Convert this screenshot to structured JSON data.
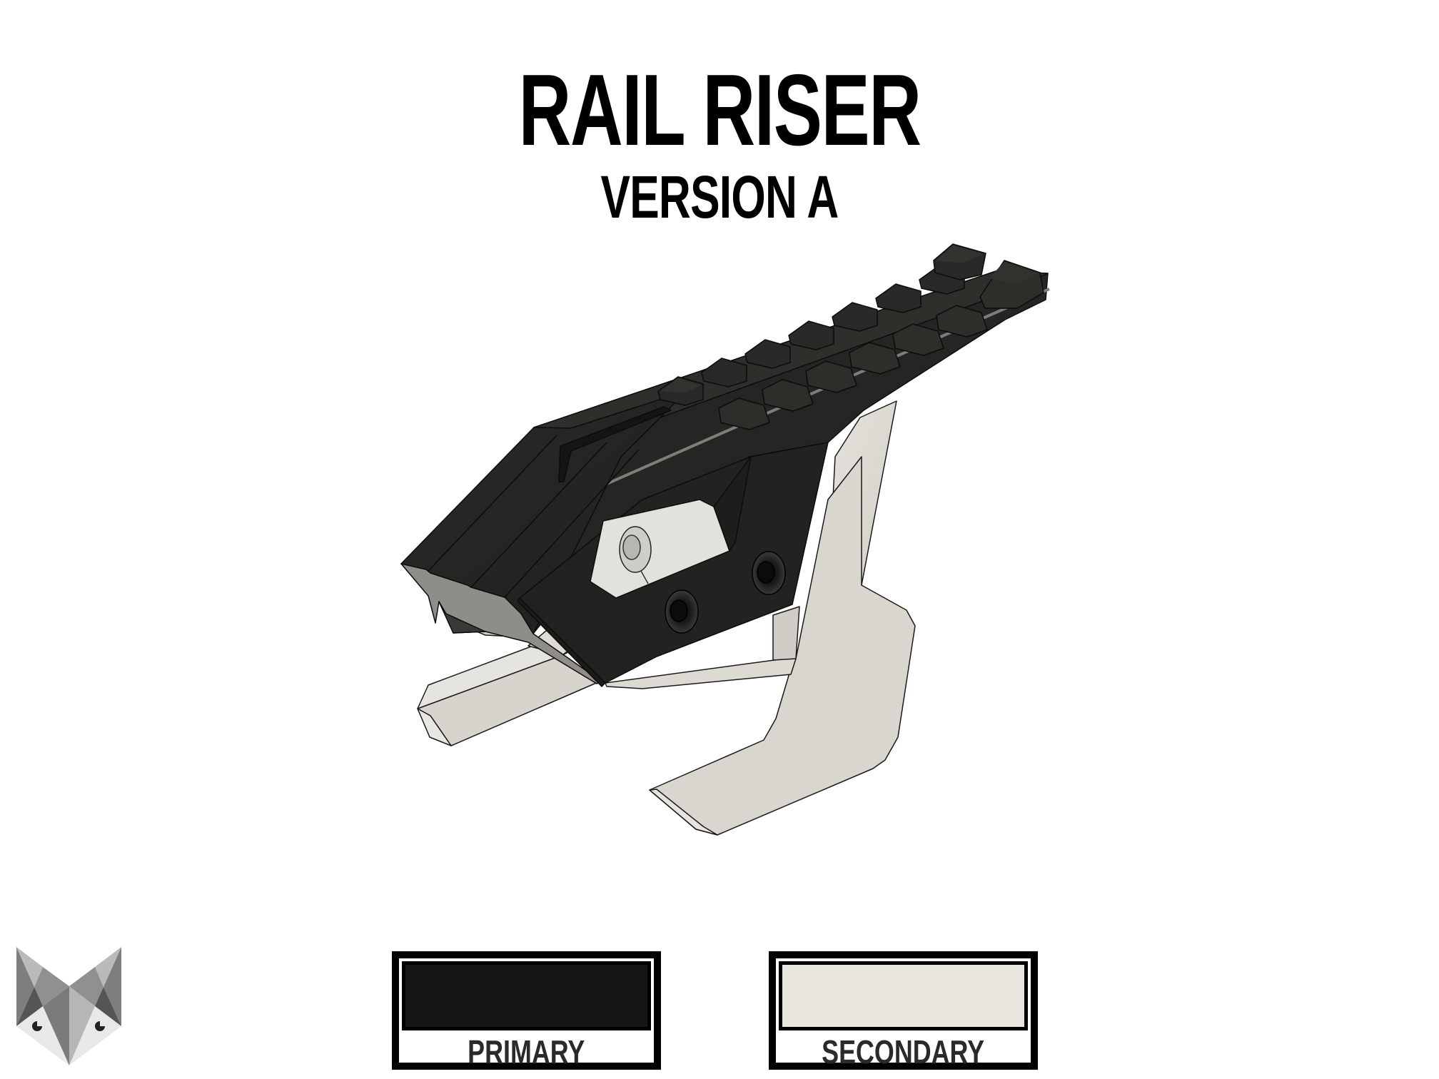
{
  "header": {
    "title": "RAIL RISER",
    "subtitle": "VERSION A"
  },
  "render": {
    "subject": "rail-riser-3d-model",
    "primary_part_color": "#242321",
    "secondary_part_color": "#d9d7d0",
    "endcap_color": "#8e8d88"
  },
  "logo": {
    "name": "fox-head-logo"
  },
  "swatches": [
    {
      "label": "PRIMARY",
      "color": "#161614"
    },
    {
      "label": "SECONDARY",
      "color": "#e8e5df"
    }
  ]
}
